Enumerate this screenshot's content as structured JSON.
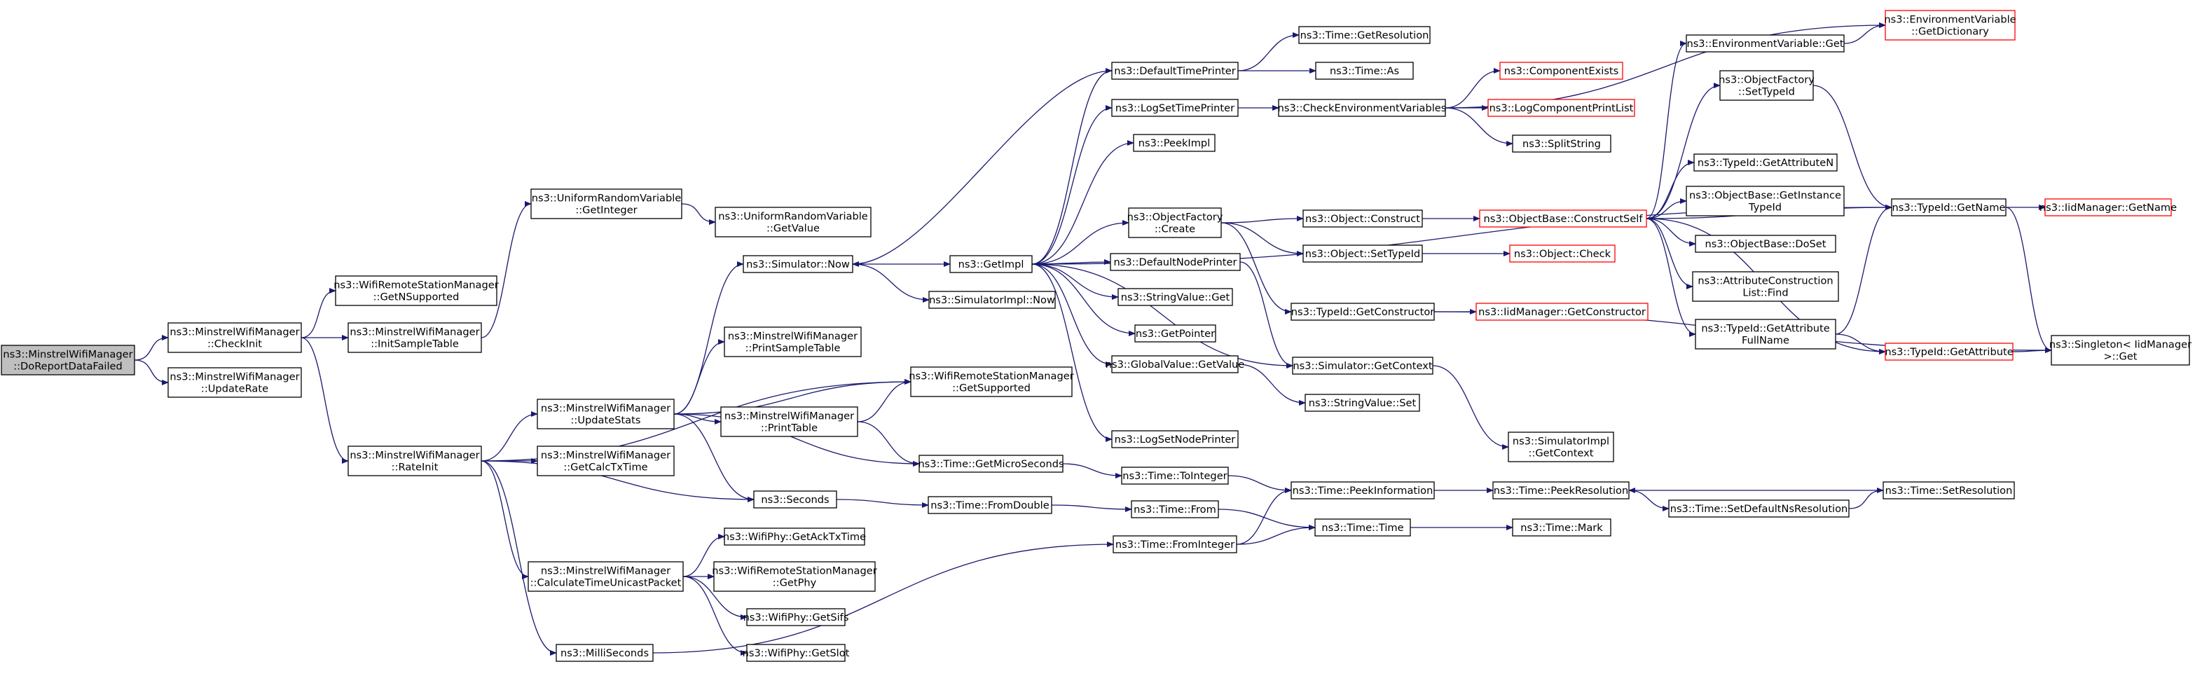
{
  "colors": {
    "edge": "#191970",
    "root_fill": "#bfbfbf",
    "node_fill": "#ffffff",
    "node_border": "#000000",
    "truncated_border": "#ff0000"
  },
  "nodes": [
    {
      "id": "root",
      "lines": [
        "ns3::MinstrelWifiManager",
        "::DoReportDataFailed"
      ],
      "style": "root"
    },
    {
      "id": "checkinit",
      "lines": [
        "ns3::MinstrelWifiManager",
        "::CheckInit"
      ]
    },
    {
      "id": "updaterate",
      "lines": [
        "ns3::MinstrelWifiManager",
        "::UpdateRate"
      ]
    },
    {
      "id": "getnsupported",
      "lines": [
        "ns3::WifiRemoteStationManager",
        "::GetNSupported"
      ]
    },
    {
      "id": "initsampletable",
      "lines": [
        "ns3::MinstrelWifiManager",
        "::InitSampleTable"
      ]
    },
    {
      "id": "rateinit",
      "lines": [
        "ns3::MinstrelWifiManager",
        "::RateInit"
      ]
    },
    {
      "id": "urv_getinteger",
      "lines": [
        "ns3::UniformRandomVariable",
        "::GetInteger"
      ]
    },
    {
      "id": "urv_getvalue",
      "lines": [
        "ns3::UniformRandomVariable",
        "::GetValue"
      ]
    },
    {
      "id": "updatestats",
      "lines": [
        "ns3::MinstrelWifiManager",
        "::UpdateStats"
      ]
    },
    {
      "id": "getcalctxtime",
      "lines": [
        "ns3::MinstrelWifiManager",
        "::GetCalcTxTime"
      ]
    },
    {
      "id": "calctimeunicast",
      "lines": [
        "ns3::MinstrelWifiManager",
        "::CalculateTimeUnicastPacket"
      ]
    },
    {
      "id": "milliseconds",
      "lines": [
        "ns3::MilliSeconds"
      ]
    },
    {
      "id": "simulator_now",
      "lines": [
        "ns3::Simulator::Now"
      ]
    },
    {
      "id": "printsampletable",
      "lines": [
        "ns3::MinstrelWifiManager",
        "::PrintSampleTable"
      ]
    },
    {
      "id": "printtable",
      "lines": [
        "ns3::MinstrelWifiManager",
        "::PrintTable"
      ]
    },
    {
      "id": "getsupported",
      "lines": [
        "ns3::WifiRemoteStationManager",
        "::GetSupported"
      ]
    },
    {
      "id": "seconds",
      "lines": [
        "ns3::Seconds"
      ]
    },
    {
      "id": "getacktxtime",
      "lines": [
        "ns3::WifiPhy::GetAckTxTime"
      ]
    },
    {
      "id": "wrsm_getphy",
      "lines": [
        "ns3::WifiRemoteStationManager",
        "::GetPhy"
      ]
    },
    {
      "id": "getsifs",
      "lines": [
        "ns3::WifiPhy::GetSifs"
      ]
    },
    {
      "id": "getslot",
      "lines": [
        "ns3::WifiPhy::GetSlot"
      ]
    },
    {
      "id": "getimpl",
      "lines": [
        "ns3::GetImpl"
      ]
    },
    {
      "id": "simimpl_now",
      "lines": [
        "ns3::SimulatorImpl::Now"
      ]
    },
    {
      "id": "getmicroseconds",
      "lines": [
        "ns3::Time::GetMicroSeconds"
      ]
    },
    {
      "id": "fromdouble",
      "lines": [
        "ns3::Time::FromDouble"
      ]
    },
    {
      "id": "defaulttimeprinter",
      "lines": [
        "ns3::DefaultTimePrinter"
      ]
    },
    {
      "id": "logsettimeprinter",
      "lines": [
        "ns3::LogSetTimePrinter"
      ]
    },
    {
      "id": "peekimpl",
      "lines": [
        "ns3::PeekImpl"
      ]
    },
    {
      "id": "objectfactory_create",
      "lines": [
        "ns3::ObjectFactory",
        "::Create"
      ]
    },
    {
      "id": "defaultnodeprinter",
      "lines": [
        "ns3::DefaultNodePrinter"
      ]
    },
    {
      "id": "stringvalue_get",
      "lines": [
        "ns3::StringValue::Get"
      ]
    },
    {
      "id": "getpointer",
      "lines": [
        "ns3::GetPointer"
      ]
    },
    {
      "id": "globalvalue_getvalue",
      "lines": [
        "ns3::GlobalValue::GetValue"
      ]
    },
    {
      "id": "logsetnodeprinter",
      "lines": [
        "ns3::LogSetNodePrinter"
      ]
    },
    {
      "id": "time_tointeger",
      "lines": [
        "ns3::Time::ToInteger"
      ]
    },
    {
      "id": "time_from",
      "lines": [
        "ns3::Time::From"
      ]
    },
    {
      "id": "time_frominteger",
      "lines": [
        "ns3::Time::FromInteger"
      ]
    },
    {
      "id": "time_getresolution",
      "lines": [
        "ns3::Time::GetResolution"
      ]
    },
    {
      "id": "time_as",
      "lines": [
        "ns3::Time::As"
      ]
    },
    {
      "id": "checkenvvars",
      "lines": [
        "ns3::CheckEnvironmentVariables"
      ]
    },
    {
      "id": "object_construct",
      "lines": [
        "ns3::Object::Construct"
      ]
    },
    {
      "id": "object_settypeid",
      "lines": [
        "ns3::Object::SetTypeId"
      ]
    },
    {
      "id": "typeid_getconstructor",
      "lines": [
        "ns3::TypeId::GetConstructor"
      ]
    },
    {
      "id": "simulator_getcontext",
      "lines": [
        "ns3::Simulator::GetContext"
      ]
    },
    {
      "id": "stringvalue_set",
      "lines": [
        "ns3::StringValue::Set"
      ]
    },
    {
      "id": "simimpl_getcontext",
      "lines": [
        "ns3::SimulatorImpl",
        "::GetContext"
      ]
    },
    {
      "id": "time_peekinformation",
      "lines": [
        "ns3::Time::PeekInformation"
      ]
    },
    {
      "id": "time_time",
      "lines": [
        "ns3::Time::Time"
      ]
    },
    {
      "id": "componentexists",
      "lines": [
        "ns3::ComponentExists"
      ],
      "style": "truncated"
    },
    {
      "id": "logcomponentprintlist",
      "lines": [
        "ns3::LogComponentPrintList"
      ],
      "style": "truncated"
    },
    {
      "id": "splitstring",
      "lines": [
        "ns3::SplitString"
      ]
    },
    {
      "id": "objectbase_constructself",
      "lines": [
        "ns3::ObjectBase::ConstructSelf"
      ],
      "style": "truncated"
    },
    {
      "id": "object_check",
      "lines": [
        "ns3::Object::Check"
      ],
      "style": "truncated"
    },
    {
      "id": "iidmanager_getconstructor",
      "lines": [
        "ns3::IidManager::GetConstructor"
      ],
      "style": "truncated"
    },
    {
      "id": "time_peekresolution",
      "lines": [
        "ns3::Time::PeekResolution"
      ]
    },
    {
      "id": "time_mark",
      "lines": [
        "ns3::Time::Mark"
      ]
    },
    {
      "id": "envvar_get",
      "lines": [
        "ns3::EnvironmentVariable::Get"
      ]
    },
    {
      "id": "envvar_getdictionary",
      "lines": [
        "ns3::EnvironmentVariable",
        "::GetDictionary"
      ],
      "style": "truncated"
    },
    {
      "id": "objectfactory_settypeid",
      "lines": [
        "ns3::ObjectFactory",
        "::SetTypeId"
      ]
    },
    {
      "id": "typeid_getattributen",
      "lines": [
        "ns3::TypeId::GetAttributeN"
      ]
    },
    {
      "id": "objectbase_getinstancetypeid",
      "lines": [
        "ns3::ObjectBase::GetInstance",
        "TypeId"
      ]
    },
    {
      "id": "objectbase_doset",
      "lines": [
        "ns3::ObjectBase::DoSet"
      ]
    },
    {
      "id": "attrconstructionlist_find",
      "lines": [
        "ns3::AttributeConstruction",
        "List::Find"
      ]
    },
    {
      "id": "typeid_getattributefullname",
      "lines": [
        "ns3::TypeId::GetAttribute",
        "FullName"
      ]
    },
    {
      "id": "time_setdefaultnsresolution",
      "lines": [
        "ns3::Time::SetDefaultNsResolution"
      ]
    },
    {
      "id": "typeid_getname",
      "lines": [
        "ns3::TypeId::GetName"
      ]
    },
    {
      "id": "typeid_getattribute",
      "lines": [
        "ns3::TypeId::GetAttribute"
      ],
      "style": "truncated"
    },
    {
      "id": "time_setresolution",
      "lines": [
        "ns3::Time::SetResolution"
      ]
    },
    {
      "id": "iidmanager_getname",
      "lines": [
        "ns3::IidManager::GetName"
      ],
      "style": "truncated"
    },
    {
      "id": "singleton_get",
      "lines": [
        "ns3::Singleton< IidManager",
        " >::Get"
      ]
    }
  ],
  "edges": [
    [
      "root",
      "checkinit"
    ],
    [
      "root",
      "updaterate"
    ],
    [
      "checkinit",
      "getnsupported"
    ],
    [
      "checkinit",
      "initsampletable"
    ],
    [
      "checkinit",
      "rateinit"
    ],
    [
      "initsampletable",
      "urv_getinteger"
    ],
    [
      "urv_getinteger",
      "urv_getvalue"
    ],
    [
      "rateinit",
      "getsupported"
    ],
    [
      "rateinit",
      "updatestats"
    ],
    [
      "rateinit",
      "getcalctxtime"
    ],
    [
      "rateinit",
      "seconds"
    ],
    [
      "rateinit",
      "calctimeunicast"
    ],
    [
      "rateinit",
      "milliseconds"
    ],
    [
      "updatestats",
      "simulator_now"
    ],
    [
      "updatestats",
      "printsampletable"
    ],
    [
      "updatestats",
      "getsupported"
    ],
    [
      "updatestats",
      "printtable"
    ],
    [
      "updatestats",
      "getmicroseconds"
    ],
    [
      "updatestats",
      "seconds"
    ],
    [
      "printtable",
      "getsupported"
    ],
    [
      "printtable",
      "getmicroseconds"
    ],
    [
      "calctimeunicast",
      "getacktxtime"
    ],
    [
      "calctimeunicast",
      "wrsm_getphy"
    ],
    [
      "calctimeunicast",
      "getsifs"
    ],
    [
      "calctimeunicast",
      "getslot"
    ],
    [
      "milliseconds",
      "time_frominteger"
    ],
    [
      "simulator_now",
      "getimpl"
    ],
    [
      "simulator_now",
      "simimpl_now"
    ],
    [
      "seconds",
      "fromdouble"
    ],
    [
      "fromdouble",
      "time_from"
    ],
    [
      "getmicroseconds",
      "time_tointeger"
    ],
    [
      "time_tointeger",
      "time_peekinformation"
    ],
    [
      "getimpl",
      "defaulttimeprinter"
    ],
    [
      "getimpl",
      "logsettimeprinter"
    ],
    [
      "getimpl",
      "peekimpl"
    ],
    [
      "getimpl",
      "typeid_getname"
    ],
    [
      "getimpl",
      "objectfactory_create"
    ],
    [
      "getimpl",
      "defaultnodeprinter"
    ],
    [
      "getimpl",
      "stringvalue_get"
    ],
    [
      "getimpl",
      "getpointer"
    ],
    [
      "getimpl",
      "simulator_getcontext"
    ],
    [
      "getimpl",
      "globalvalue_getvalue"
    ],
    [
      "getimpl",
      "logsetnodeprinter"
    ],
    [
      "defaulttimeprinter",
      "simulator_now"
    ],
    [
      "defaulttimeprinter",
      "time_getresolution"
    ],
    [
      "defaulttimeprinter",
      "time_as"
    ],
    [
      "logsettimeprinter",
      "checkenvvars"
    ],
    [
      "checkenvvars",
      "envvar_getdictionary"
    ],
    [
      "checkenvvars",
      "componentexists"
    ],
    [
      "checkenvvars",
      "logcomponentprintlist"
    ],
    [
      "checkenvvars",
      "splitstring"
    ],
    [
      "objectfactory_create",
      "object_construct"
    ],
    [
      "objectfactory_create",
      "object_settypeid"
    ],
    [
      "objectfactory_create",
      "typeid_getconstructor"
    ],
    [
      "object_construct",
      "objectbase_constructself"
    ],
    [
      "object_settypeid",
      "object_check"
    ],
    [
      "typeid_getconstructor",
      "iidmanager_getconstructor"
    ],
    [
      "typeid_getconstructor",
      "singleton_get"
    ],
    [
      "defaultnodeprinter",
      "simulator_getcontext"
    ],
    [
      "globalvalue_getvalue",
      "stringvalue_set"
    ],
    [
      "simulator_getcontext",
      "simimpl_getcontext"
    ],
    [
      "time_from",
      "time_time"
    ],
    [
      "time_frominteger",
      "time_peekinformation"
    ],
    [
      "time_frominteger",
      "time_time"
    ],
    [
      "time_peekinformation",
      "time_peekresolution"
    ],
    [
      "time_time",
      "time_mark"
    ],
    [
      "time_peekresolution",
      "time_setdefaultnsresolution"
    ],
    [
      "time_setdefaultnsresolution",
      "time_setresolution"
    ],
    [
      "time_setresolution",
      "time_peekresolution"
    ],
    [
      "objectbase_constructself",
      "envvar_get"
    ],
    [
      "objectbase_constructself",
      "objectfactory_settypeid"
    ],
    [
      "objectbase_constructself",
      "typeid_getattributen"
    ],
    [
      "objectbase_constructself",
      "objectbase_getinstancetypeid"
    ],
    [
      "objectbase_constructself",
      "objectbase_doset"
    ],
    [
      "objectbase_constructself",
      "attrconstructionlist_find"
    ],
    [
      "objectbase_constructself",
      "typeid_getattributefullname"
    ],
    [
      "objectbase_constructself",
      "typeid_getname"
    ],
    [
      "objectbase_constructself",
      "typeid_getattribute"
    ],
    [
      "envvar_get",
      "envvar_getdictionary"
    ],
    [
      "objectfactory_settypeid",
      "typeid_getname"
    ],
    [
      "typeid_getattributefullname",
      "typeid_getname"
    ],
    [
      "typeid_getattributefullname",
      "typeid_getattribute"
    ],
    [
      "typeid_getattribute",
      "singleton_get"
    ],
    [
      "typeid_getname",
      "iidmanager_getname"
    ],
    [
      "typeid_getname",
      "singleton_get"
    ]
  ]
}
